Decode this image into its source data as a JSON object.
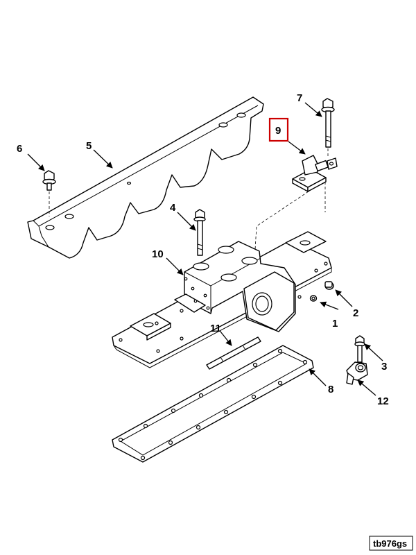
{
  "figure_ref": "tb976gs",
  "highlight_color": "#cc0000",
  "callouts": [
    {
      "label": "1",
      "part": "o-ring seal"
    },
    {
      "label": "2",
      "part": "plug"
    },
    {
      "label": "3",
      "part": "bolt"
    },
    {
      "label": "4",
      "part": "stud bolt"
    },
    {
      "label": "5",
      "part": "heat shield"
    },
    {
      "label": "6",
      "part": "flange bolt"
    },
    {
      "label": "7",
      "part": "long bolt"
    },
    {
      "label": "8",
      "part": "manifold gasket"
    },
    {
      "label": "9",
      "part": "sensor bracket",
      "highlighted": true
    },
    {
      "label": "10",
      "part": "exhaust manifold"
    },
    {
      "label": "11",
      "part": "stud"
    },
    {
      "label": "12",
      "part": "knock sensor"
    }
  ]
}
